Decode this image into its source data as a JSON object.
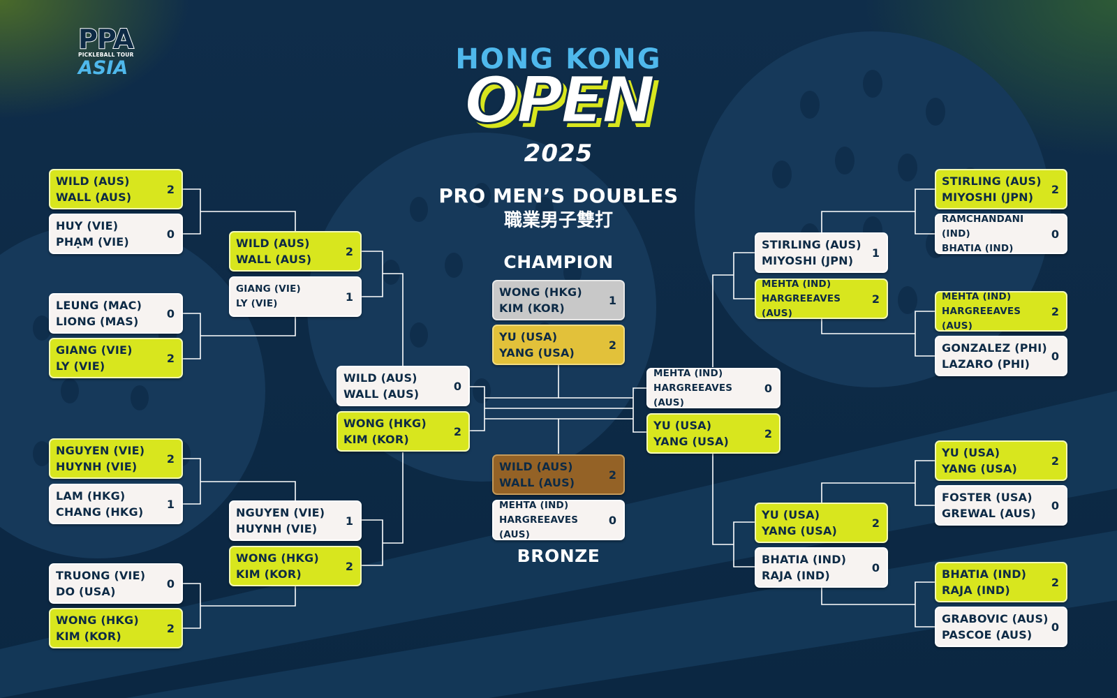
{
  "logo": {
    "mark": "PPA",
    "line1": "PICKLEBALL TOUR",
    "line2": "ASIA"
  },
  "header": {
    "line1": "HONG KONG",
    "line2": "OPEN",
    "year": "2025"
  },
  "event": {
    "title_en": "PRO MEN’S DOUBLES",
    "title_zh": "職業男子雙打"
  },
  "labels": {
    "champion": "CHAMPION",
    "bronze": "BRONZE"
  },
  "colors": {
    "background": "#0d2a45",
    "winner": "#d8e61e",
    "loser": "#f7f3f1",
    "gold": "#e2c13a",
    "silver": "#c8c8c8",
    "bronze": "#946226",
    "accent_blue": "#4fb8ec"
  },
  "left": {
    "r16": [
      {
        "team": [
          "WILD (AUS)",
          "WALL (AUS)"
        ],
        "score": "2"
      },
      {
        "team": [
          "HUY (VIE)",
          "PHẠM (VIE)"
        ],
        "score": "0"
      },
      {
        "team": [
          "LEUNG (MAC)",
          "LIONG (MAS)"
        ],
        "score": "0"
      },
      {
        "team": [
          "GIANG (VIE)",
          "LY (VIE)"
        ],
        "score": "2"
      },
      {
        "team": [
          "NGUYEN (VIE)",
          "HUYNH (VIE)"
        ],
        "score": "2"
      },
      {
        "team": [
          "LAM (HKG)",
          "CHANG (HKG)"
        ],
        "score": "1"
      },
      {
        "team": [
          "TRUONG (VIE)",
          "DO (USA)"
        ],
        "score": "0"
      },
      {
        "team": [
          "WONG (HKG)",
          "KIM (KOR)"
        ],
        "score": "2"
      }
    ],
    "qf": [
      {
        "team": [
          "WILD (AUS)",
          "WALL (AUS)"
        ],
        "score": "2"
      },
      {
        "team": [
          "GIANG (VIE)",
          "LY (VIE)"
        ],
        "score": "1"
      },
      {
        "team": [
          "NGUYEN (VIE)",
          "HUYNH (VIE)"
        ],
        "score": "1"
      },
      {
        "team": [
          "WONG (HKG)",
          "KIM (KOR)"
        ],
        "score": "2"
      }
    ],
    "sf": [
      {
        "team": [
          "WILD (AUS)",
          "WALL (AUS)"
        ],
        "score": "0"
      },
      {
        "team": [
          "WONG (HKG)",
          "KIM (KOR)"
        ],
        "score": "2"
      }
    ]
  },
  "right": {
    "r16": [
      {
        "team": [
          "STIRLING (AUS)",
          "MIYOSHI (JPN)"
        ],
        "score": "2"
      },
      {
        "team": [
          "RAMCHANDANI (IND)",
          "BHATIA (IND)"
        ],
        "score": "0"
      },
      {
        "team": [
          "MEHTA (IND)",
          "HARGREEAVES (AUS)"
        ],
        "score": "2"
      },
      {
        "team": [
          "GONZALEZ (PHI)",
          "LAZARO (PHI)"
        ],
        "score": "0"
      },
      {
        "team": [
          "YU (USA)",
          "YANG (USA)"
        ],
        "score": "2"
      },
      {
        "team": [
          "FOSTER (USA)",
          "GREWAL (AUS)"
        ],
        "score": "0"
      },
      {
        "team": [
          "BHATIA (IND)",
          "RAJA (IND)"
        ],
        "score": "2"
      },
      {
        "team": [
          "GRABOVIC (AUS)",
          "PASCOE (AUS)"
        ],
        "score": "0"
      }
    ],
    "qf": [
      {
        "team": [
          "STIRLING (AUS)",
          "MIYOSHI (JPN)"
        ],
        "score": "1"
      },
      {
        "team": [
          "MEHTA (IND)",
          "HARGREEAVES (AUS)"
        ],
        "score": "2"
      },
      {
        "team": [
          "YU (USA)",
          "YANG (USA)"
        ],
        "score": "2"
      },
      {
        "team": [
          "BHATIA (IND)",
          "RAJA (IND)"
        ],
        "score": "0"
      }
    ],
    "sf": [
      {
        "team": [
          "MEHTA (IND)",
          "HARGREEAVES (AUS)"
        ],
        "score": "0"
      },
      {
        "team": [
          "YU (USA)",
          "YANG (USA)"
        ],
        "score": "2"
      }
    ]
  },
  "final": [
    {
      "team": [
        "WONG (HKG)",
        "KIM (KOR)"
      ],
      "score": "1"
    },
    {
      "team": [
        "YU (USA)",
        "YANG (USA)"
      ],
      "score": "2"
    }
  ],
  "bronze_match": [
    {
      "team": [
        "WILD (AUS)",
        "WALL (AUS)"
      ],
      "score": "2"
    },
    {
      "team": [
        "MEHTA (IND)",
        "HARGREEAVES (AUS)"
      ],
      "score": "0"
    }
  ]
}
